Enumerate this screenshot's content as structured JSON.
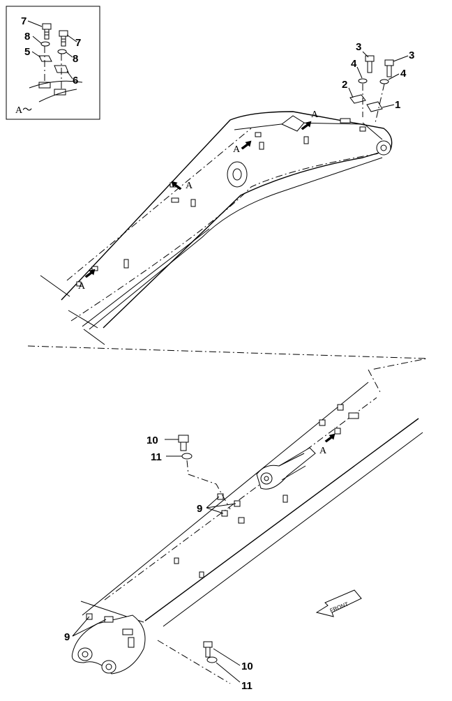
{
  "detail": {
    "label": "A～"
  },
  "view_marker": "A",
  "callouts": {
    "c1": "1",
    "c2": "2",
    "c3": "3",
    "c4": "4",
    "c5": "5",
    "c6": "6",
    "c7": "7",
    "c8": "8",
    "c9": "9",
    "c10": "10",
    "c11": "11"
  },
  "front_label": "FRONT"
}
